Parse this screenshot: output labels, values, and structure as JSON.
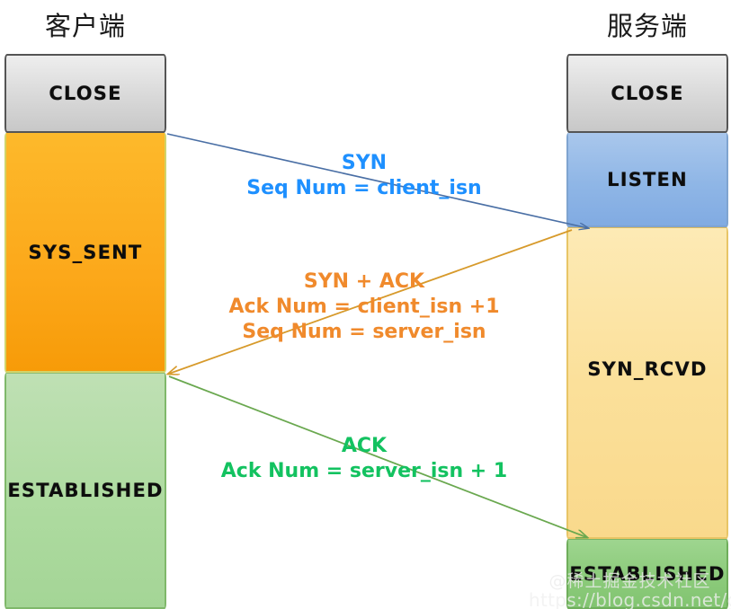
{
  "diagram": {
    "title_client": "客户端",
    "title_server": "服务端"
  },
  "client": {
    "states": [
      {
        "label": "CLOSE",
        "color": "#dcdcdc"
      },
      {
        "label": "SYS_SENT",
        "color": "#fca81a"
      },
      {
        "label": "ESTABLISHED",
        "color": "#aedba0"
      }
    ]
  },
  "server": {
    "states": [
      {
        "label": "CLOSE",
        "color": "#dcdcdc"
      },
      {
        "label": "LISTEN",
        "color": "#8fb6e6"
      },
      {
        "label": "SYN_RCVD",
        "color": "#fbe09a"
      },
      {
        "label": "ESTABLISHED",
        "color": "#8ccb7b"
      }
    ]
  },
  "messages": {
    "syn": {
      "head": "SYN",
      "line1": "Seq Num = client_isn",
      "color": "#1e90ff",
      "direction": "client-to-server"
    },
    "syn_ack": {
      "head": "SYN + ACK",
      "line1": "Ack Num =  client_isn +1",
      "line2": "Seq Num = server_isn",
      "color": "#f08a2c",
      "direction": "server-to-client"
    },
    "ack": {
      "head": "ACK",
      "line1": "Ack Num = server_isn + 1",
      "color": "#13c260",
      "direction": "client-to-server"
    }
  },
  "watermark": {
    "community": "@稀土掘金技术社区",
    "url": "https://blog.csdn.net/goligu"
  }
}
